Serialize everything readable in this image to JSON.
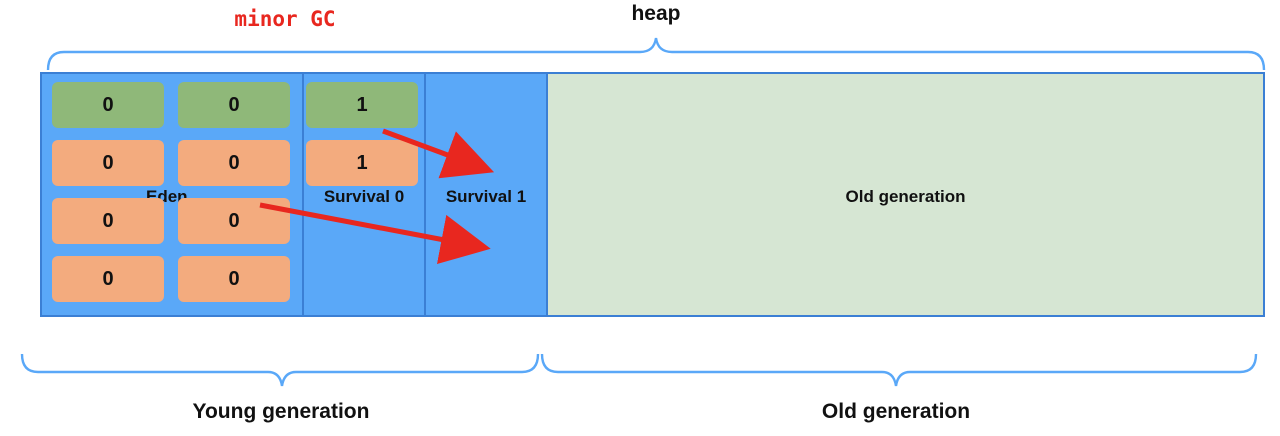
{
  "header": {
    "event_label": "minor GC",
    "heap_label": "heap"
  },
  "regions": {
    "eden": "Eden",
    "survival0": "Survival 0",
    "survival1": "Survival 1",
    "old": "Old generation"
  },
  "eden_cells": [
    {
      "value": "0",
      "state": "green"
    },
    {
      "value": "0",
      "state": "green"
    },
    {
      "value": "0",
      "state": "orange"
    },
    {
      "value": "0",
      "state": "orange"
    },
    {
      "value": "0",
      "state": "orange"
    },
    {
      "value": "0",
      "state": "orange"
    },
    {
      "value": "0",
      "state": "orange"
    },
    {
      "value": "0",
      "state": "orange"
    }
  ],
  "survival0_cells": [
    {
      "value": "1",
      "state": "green"
    },
    {
      "value": "1",
      "state": "orange"
    }
  ],
  "footer": {
    "young_label": "Young generation",
    "old_label": "Old generation"
  },
  "colors": {
    "accent_red": "#e8271f",
    "region_blue": "#5aa8f8",
    "region_border": "#3b7fd4",
    "old_gen": "#d6e6d3",
    "live_object": "#8fb879",
    "dead_object": "#f3ab7e"
  }
}
